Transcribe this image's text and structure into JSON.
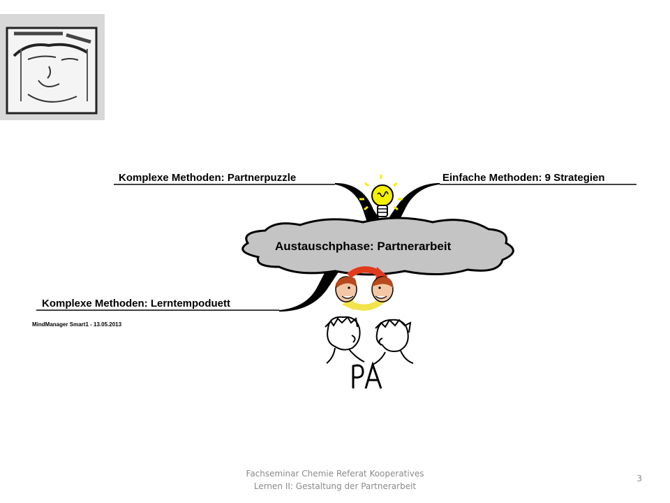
{
  "mindmap": {
    "center": "Austauschphase: Partnerarbeit",
    "branch_top_left": "Komplexe Methoden: Partnerpuzzle",
    "branch_top_right": "Einfache Methoden: 9 Strategien",
    "branch_bottom_left": "Komplexe Methoden: Lerntempoduett",
    "meta": "MindManager Smart1 - 13.05.2013",
    "pa_label": "PA"
  },
  "footer": {
    "line1": "Fachseminar Chemie   Referat Kooperatives",
    "line2": "Lernen II: Gestaltung der Partnerarbeit",
    "page_number": "3"
  },
  "colors": {
    "cloud_fill": "#c4c4c4",
    "bulb": "#f4f000",
    "arrow_red": "#e23a1c",
    "arrow_yellow": "#f2e34a",
    "footer_text": "#8a8a8a"
  }
}
